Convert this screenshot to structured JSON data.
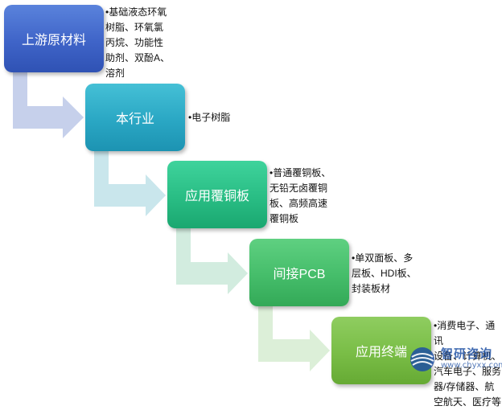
{
  "steps": [
    {
      "label": "上游原材料",
      "note": "•基础液态环氧\n树脂、环氧氯\n丙烷、功能性\n助剂、双酚A、\n溶剂"
    },
    {
      "label": "本行业",
      "note": "•电子树脂"
    },
    {
      "label": "应用覆铜板",
      "note": "•普通覆铜板、\n无铅无卤覆铜\n板、高频高速\n覆铜板"
    },
    {
      "label": "间接PCB",
      "note": "•单双面板、多\n层板、HDI板、\n封装板材"
    },
    {
      "label": "应用终端",
      "note": "•消费电子、通讯\n设备、计算机、\n汽车电子、服务\n器/存储器、航\n空航天、医疗等"
    }
  ],
  "watermark": {
    "name": "智研咨询",
    "sub": "www.chyxx.com"
  },
  "colors": {
    "step1": "#3f64c8",
    "step2": "#2aa7c4",
    "step3": "#29bd84",
    "step4": "#45bd6a",
    "step5": "#79bd46",
    "arrow": "#c9d3ea"
  }
}
